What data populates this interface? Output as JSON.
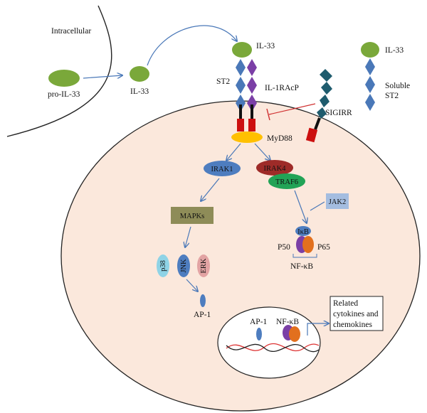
{
  "labels": {
    "intracellular": "Intracellular",
    "pro_il33": "pro-IL-33",
    "il33_free": "IL-33",
    "il33_receptor": "IL-33",
    "st2": "ST2",
    "il1racp": "IL-1RAcP",
    "il33_soluble": "IL-33",
    "soluble": "Soluble",
    "st2_soluble": "ST2",
    "sigirr": "SIGIRR",
    "myd88": "MyD88",
    "irak1": "IRAK1",
    "irak4": "IRAK4",
    "traf6": "TRAF6",
    "jak2": "JAK2",
    "mapks": "MAPKs",
    "p38": "p38",
    "jnk": "JNK",
    "erk": "ERK",
    "ap1_cyto": "AP-1",
    "ikb": "IκB",
    "p50": "P50",
    "p65": "P65",
    "nfkb_cyto": "NF-κB",
    "ap1_nuc": "AP-1",
    "nfkb_nuc": "NF-κB",
    "related_line1": "Related",
    "related_line2": "cytokines and",
    "related_line3": "chemokines"
  },
  "colors": {
    "cell_fill": "#fbe8dc",
    "il33_green": "#7aa83a",
    "st2_blue": "#4a78b8",
    "il1racp_purple": "#7b3fa6",
    "sigirr_teal": "#1f5c6e",
    "receptor_red": "#cc1010",
    "myd88_yellow": "#ffc000",
    "irak1_blue": "#4e7dbf",
    "irak4_red": "#9e2b28",
    "traf6_green": "#22a356",
    "jak2_box": "#a4bde0",
    "mapks_box": "#8e8c58",
    "p38_cyan": "#8fd3e6",
    "jnk_blue": "#4e7dbf",
    "erk_pink": "#e2a3a3",
    "p65_orange": "#e2701e",
    "arrow_blue": "#4a78b8",
    "inhibit_red": "#d03030"
  }
}
